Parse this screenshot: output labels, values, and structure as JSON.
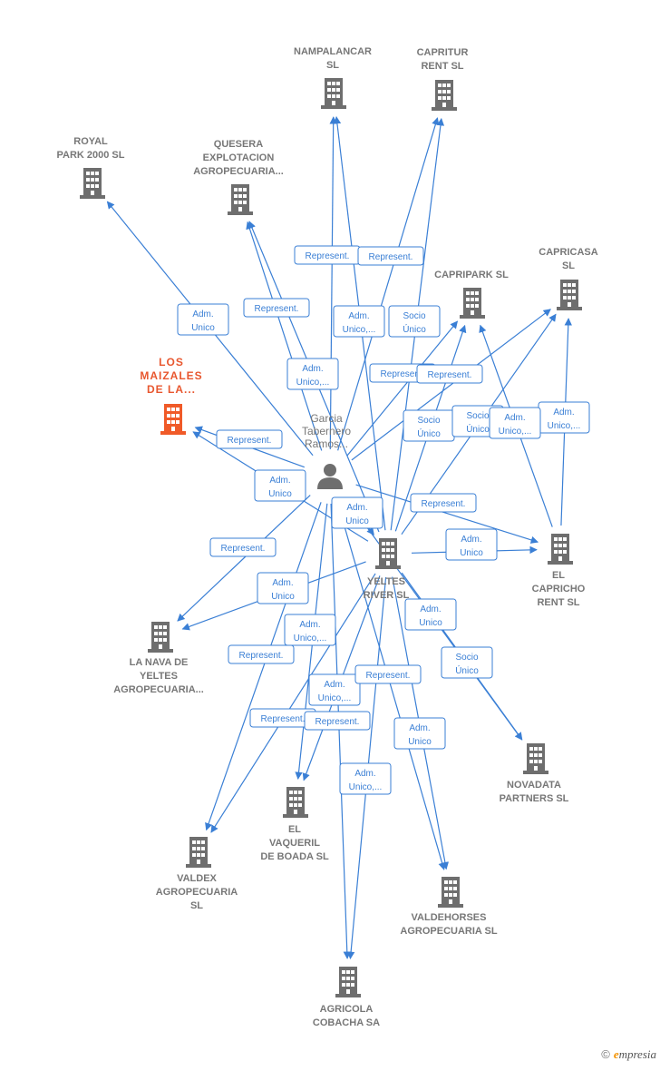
{
  "colors": {
    "edge": "#3a7fd5",
    "building": "#6e6e6e",
    "focus": "#f05a28",
    "label": "#777777"
  },
  "person": {
    "id": "p",
    "label": [
      "Garcia",
      "Tabernero",
      "Ramos..."
    ],
    "icon": "person-icon"
  },
  "nodes": [
    {
      "id": "nampalancar",
      "label": [
        "NAMPALANCAR",
        "SL"
      ],
      "icon": "building-icon"
    },
    {
      "id": "capritur",
      "label": [
        "CAPRITUR",
        "RENT  SL"
      ],
      "icon": "building-icon"
    },
    {
      "id": "royal",
      "label": [
        "ROYAL",
        "PARK 2000  SL"
      ],
      "icon": "building-icon"
    },
    {
      "id": "quesera",
      "label": [
        "QUESERA",
        "EXPLOTACION",
        "AGROPECUARIA..."
      ],
      "icon": "building-icon"
    },
    {
      "id": "capricasa",
      "label": [
        "CAPRICASA",
        "SL"
      ],
      "icon": "building-icon"
    },
    {
      "id": "capripark",
      "label": [
        "CAPRIPARK  SL"
      ],
      "icon": "building-icon"
    },
    {
      "id": "maizales",
      "label": [
        "LOS",
        "MAIZALES",
        "DE LA..."
      ],
      "icon": "building-icon",
      "focus": true
    },
    {
      "id": "yeltes",
      "label": [
        "YELTES",
        "RIVER  SL"
      ],
      "icon": "building-icon"
    },
    {
      "id": "capricho",
      "label": [
        "EL",
        "CAPRICHO",
        "RENT  SL"
      ],
      "icon": "building-icon"
    },
    {
      "id": "nava",
      "label": [
        "LA NAVA DE",
        "YELTES",
        "AGROPECUARIA..."
      ],
      "icon": "building-icon"
    },
    {
      "id": "novadata",
      "label": [
        "NOVADATA",
        "PARTNERS  SL"
      ],
      "icon": "building-icon"
    },
    {
      "id": "vaqueril",
      "label": [
        "EL",
        "VAQUERIL",
        "DE BOADA  SL"
      ],
      "icon": "building-icon"
    },
    {
      "id": "valdex",
      "label": [
        "VALDEX",
        "AGROPECUARIA",
        "SL"
      ],
      "icon": "building-icon"
    },
    {
      "id": "valdehorses",
      "label": [
        "VALDEHORSES",
        "AGROPECUARIA SL"
      ],
      "icon": "building-icon"
    },
    {
      "id": "agricola",
      "label": [
        "AGRICOLA",
        "COBACHA SA"
      ],
      "icon": "building-icon"
    }
  ],
  "edges": [
    {
      "from": "p",
      "to": "nampalancar",
      "label": [
        "Represent."
      ]
    },
    {
      "from": "p",
      "to": "capritur",
      "label": [
        "Represent."
      ]
    },
    {
      "from": "p",
      "to": "royal",
      "label": [
        "Adm.",
        "Unico"
      ]
    },
    {
      "from": "p",
      "to": "quesera",
      "label": [
        "Represent."
      ]
    },
    {
      "from": "p",
      "to": "maizales",
      "label": [
        "Represent."
      ]
    },
    {
      "from": "p",
      "to": "capripark",
      "label": [
        "Represent."
      ]
    },
    {
      "from": "p",
      "to": "capricasa",
      "label": [
        "Represent."
      ]
    },
    {
      "from": "p",
      "to": "capricho",
      "label": [
        "Represent."
      ]
    },
    {
      "from": "p",
      "to": "nava",
      "label": [
        "Represent."
      ]
    },
    {
      "from": "p",
      "to": "valdex",
      "label": [
        "Represent."
      ]
    },
    {
      "from": "p",
      "to": "vaqueril",
      "label": [
        "Represent."
      ]
    },
    {
      "from": "p",
      "to": "agricola",
      "label": [
        "Represent."
      ]
    },
    {
      "from": "p",
      "to": "novadata",
      "label": [
        "Adm.",
        "Unico"
      ]
    },
    {
      "from": "yeltes",
      "to": "nampalancar",
      "label": [
        "Adm.",
        "Unico,..."
      ]
    },
    {
      "from": "yeltes",
      "to": "capritur",
      "label": [
        "Socio",
        "Único"
      ]
    },
    {
      "from": "yeltes",
      "to": "quesera",
      "label": [
        "Adm.",
        "Unico,..."
      ]
    },
    {
      "from": "yeltes",
      "to": "capripark",
      "label": [
        "Socio",
        "Único"
      ]
    },
    {
      "from": "yeltes",
      "to": "capricasa",
      "label": [
        "Socio",
        "Único"
      ]
    },
    {
      "from": "yeltes",
      "to": "maizales",
      "label": [
        "Adm.",
        "Unico"
      ]
    },
    {
      "from": "yeltes",
      "to": "capricho",
      "label": [
        "Adm.",
        "Unico"
      ]
    },
    {
      "from": "yeltes",
      "to": "nava",
      "label": [
        "Adm.",
        "Unico"
      ]
    },
    {
      "from": "yeltes",
      "to": "novadata",
      "label": [
        "Socio",
        "Único"
      ]
    },
    {
      "from": "yeltes",
      "to": "valdehorses",
      "label": [
        "Adm.",
        "Unico"
      ]
    },
    {
      "from": "yeltes",
      "to": "vaqueril",
      "label": [
        "Adm.",
        "Unico,..."
      ]
    },
    {
      "from": "yeltes",
      "to": "valdex",
      "label": [
        "Adm.",
        "Unico,..."
      ]
    },
    {
      "from": "yeltes",
      "to": "agricola",
      "label": [
        "Adm.",
        "Unico,..."
      ]
    },
    {
      "from": "capricho",
      "to": "capricasa",
      "label": [
        "Adm.",
        "Unico,..."
      ]
    },
    {
      "from": "capricho",
      "to": "capripark",
      "label": [
        "Adm.",
        "Unico,..."
      ]
    },
    {
      "from": "p",
      "to": "valdehorses",
      "label": [
        "Represent."
      ]
    },
    {
      "from": "p",
      "to": "yeltes",
      "label": [
        "Adm.",
        "Unico"
      ]
    }
  ],
  "brand": {
    "copyright": "©",
    "initial": "e",
    "name": "mpresia"
  }
}
